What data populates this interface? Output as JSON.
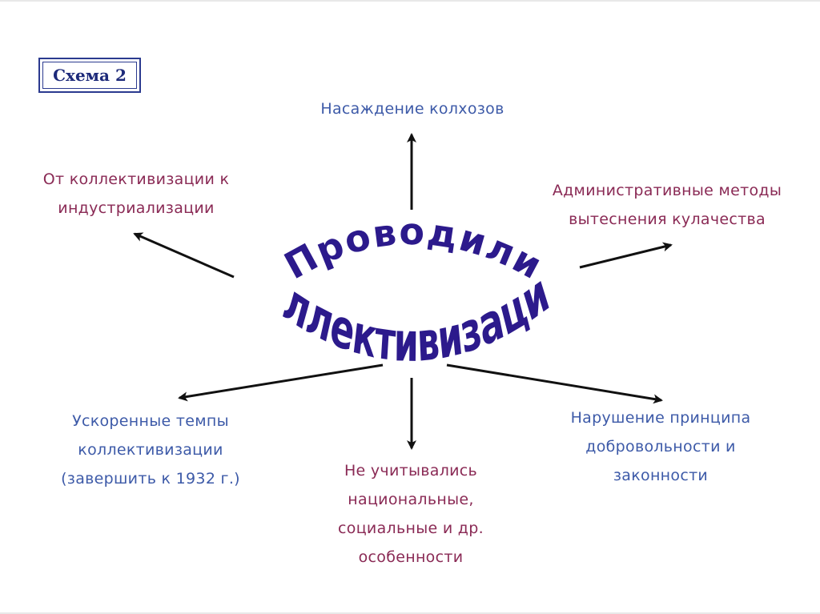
{
  "schema_label": "Схема 2",
  "center": {
    "line1": "Проводили",
    "line2": "коллективизацию"
  },
  "nodes": {
    "top": "Насаждение колхозов",
    "top_left": [
      "От коллективизации к",
      "индустриализации"
    ],
    "top_right": [
      "Административные методы",
      "вытеснения кулачества"
    ],
    "bottom_left": [
      "Ускоренные темпы",
      "коллективизации",
      "(завершить к 1932 г.)"
    ],
    "bottom": [
      "Не учитывались",
      "национальные,",
      "социальные и др.",
      "особенности"
    ],
    "bottom_right": [
      "Нарушение принципа",
      "добровольности и",
      "законности"
    ]
  },
  "colors": {
    "blue_text": "#3d5aa8",
    "maroon_text": "#8a2a55",
    "center_text": "#2c1a8c",
    "arrow": "#111111",
    "schema_border": "#2b3a8f"
  }
}
